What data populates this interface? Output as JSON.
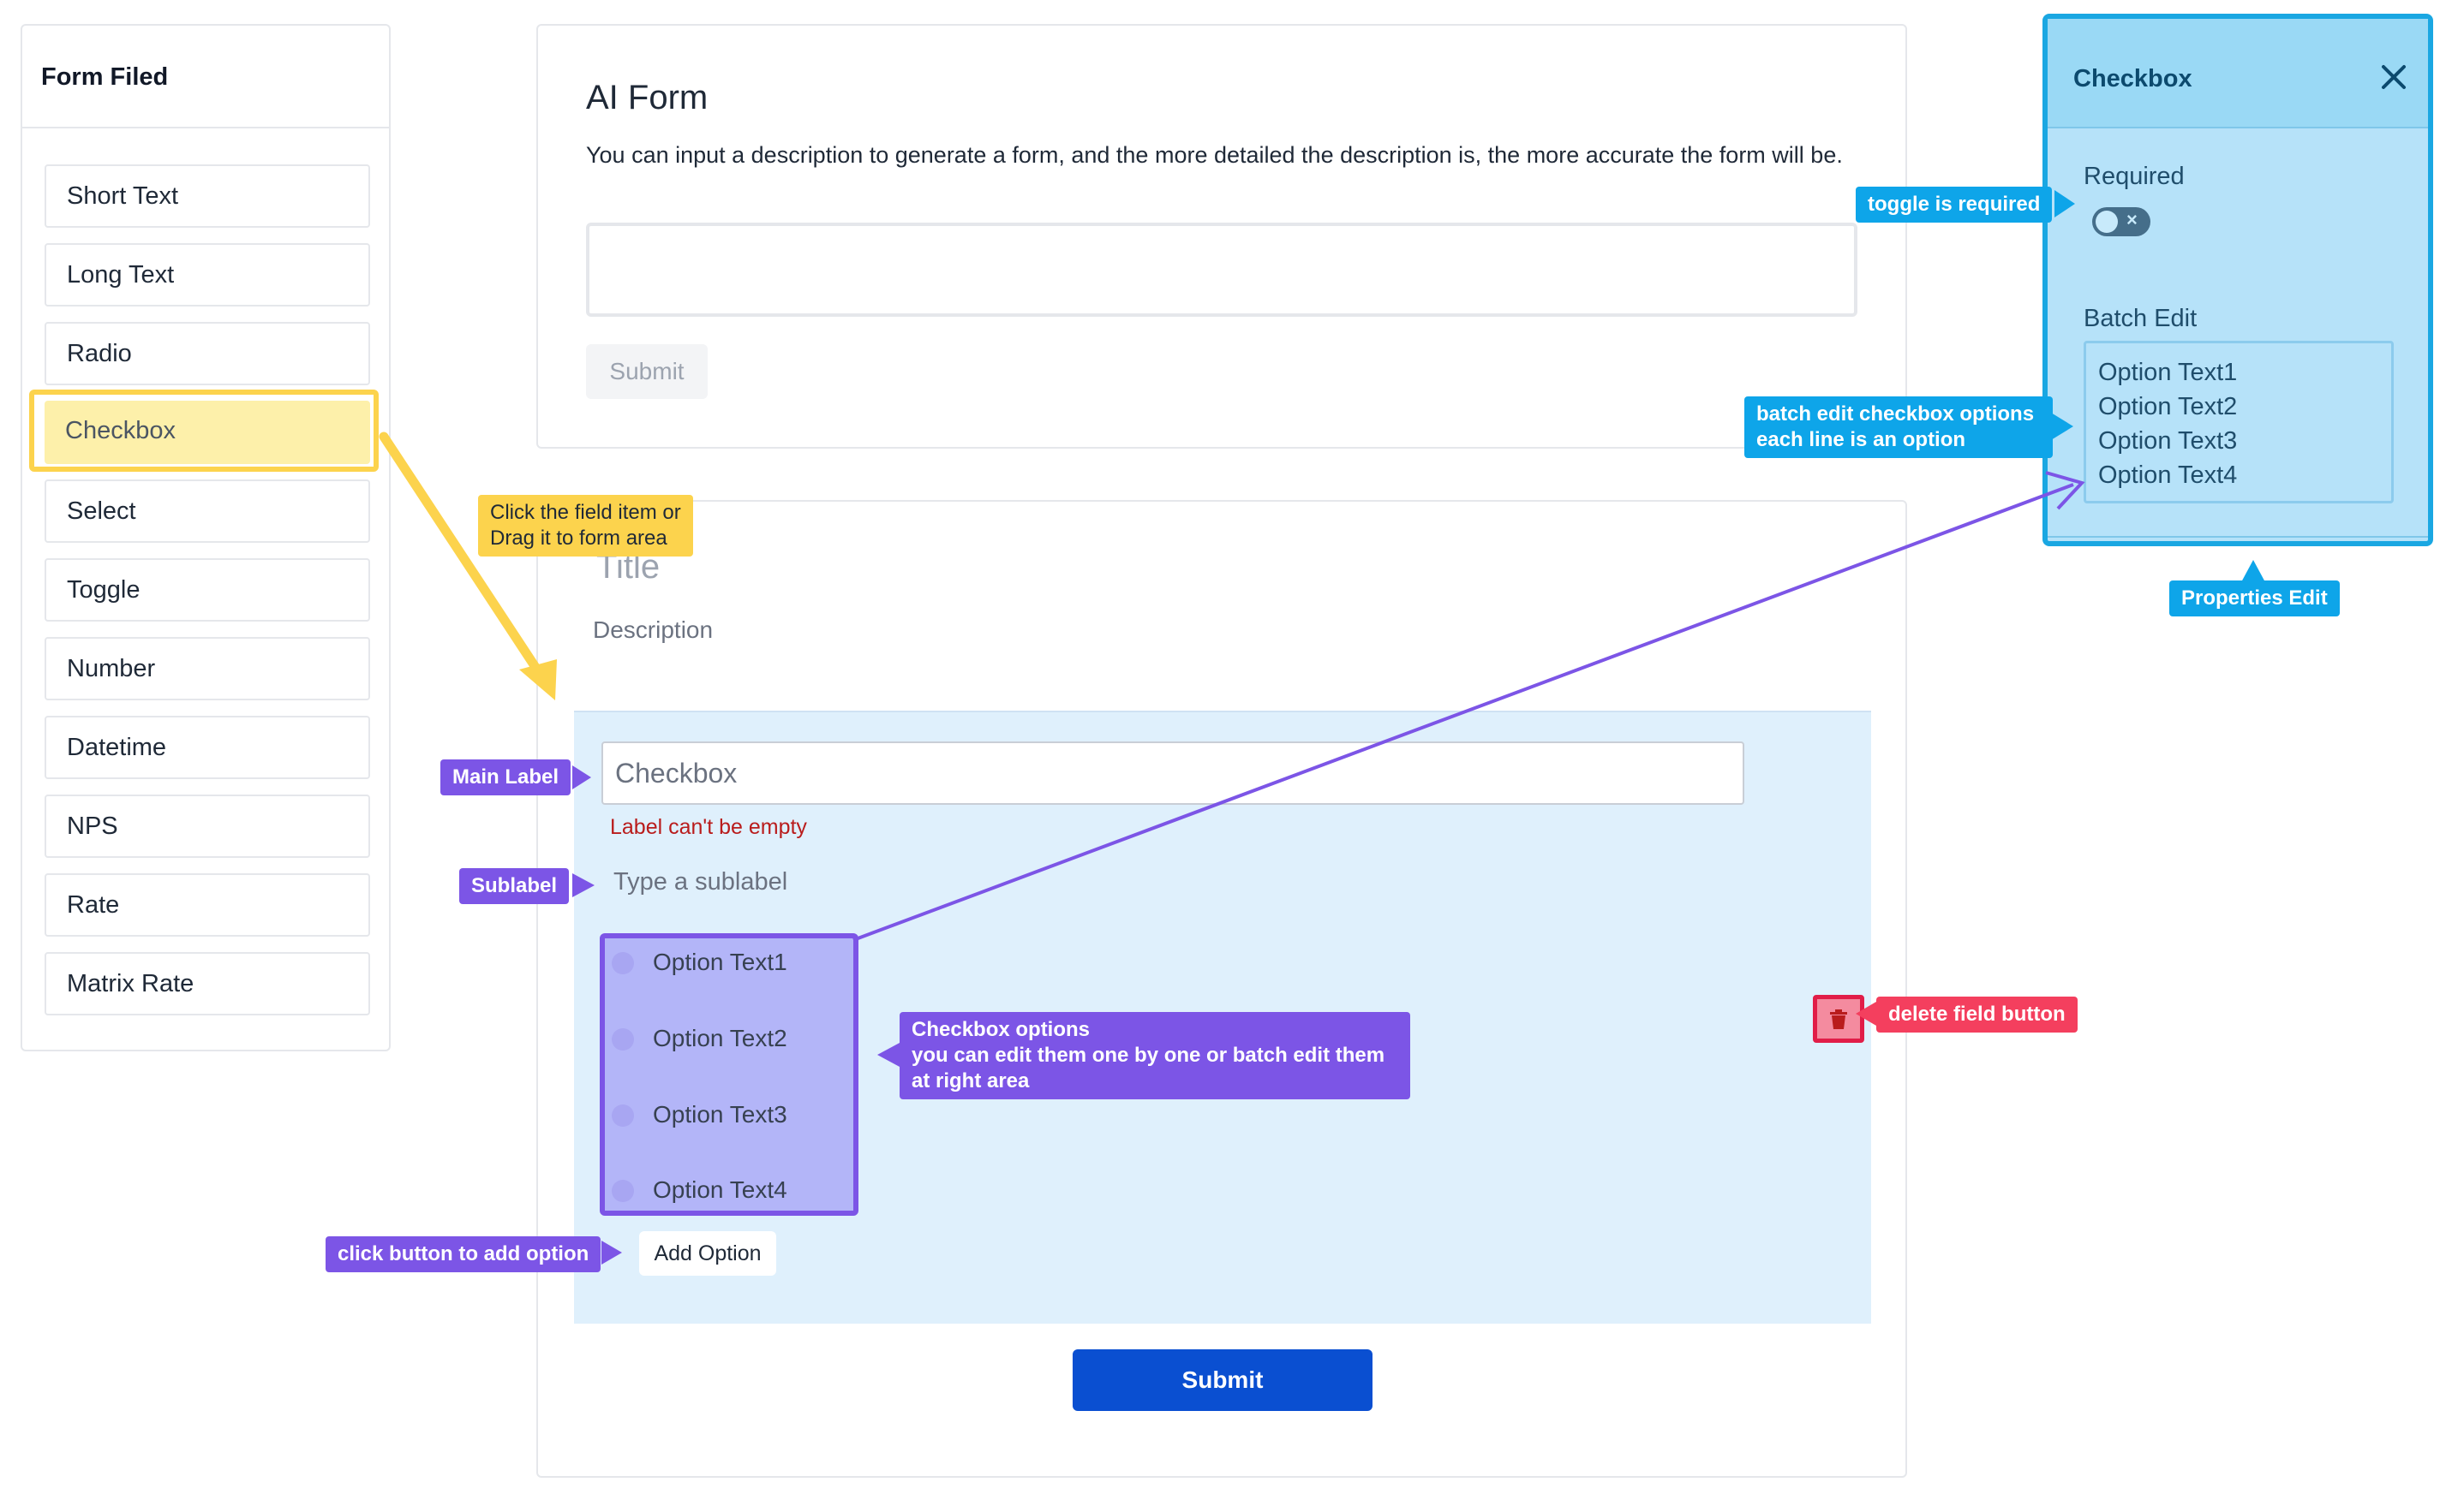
{
  "field_panel": {
    "title": "Form Filed",
    "items": [
      "Short Text",
      "Long Text",
      "Radio",
      "Checkbox",
      "Select",
      "Toggle",
      "Number",
      "Datetime",
      "NPS",
      "Rate",
      "Matrix Rate"
    ],
    "active_item": "Checkbox"
  },
  "ai_form": {
    "title": "AI Form",
    "description": "You can input a description to generate a form, and the more detailed the description is, the more accurate the form will be.",
    "submit_label": "Submit"
  },
  "form": {
    "title": "Title",
    "description": "Description",
    "field": {
      "label_value": "Checkbox",
      "label_error": "Label can't be empty",
      "sublabel_placeholder": "Type a sublabel",
      "options": [
        "Option Text1",
        "Option Text2",
        "Option Text3",
        "Option Text4"
      ],
      "add_option_label": "Add Option"
    },
    "submit_label": "Submit"
  },
  "properties": {
    "title": "Checkbox",
    "required_label": "Required",
    "required_on": false,
    "batch_edit_label": "Batch Edit",
    "batch_lines": [
      "Option Text1",
      "Option Text2",
      "Option Text3",
      "Option Text4"
    ]
  },
  "callouts": {
    "drag_hint": "Click the field item or\nDrag it to form area",
    "main_label": "Main Label",
    "sublabel": "Sublabel",
    "add_option": "click button to add option",
    "checkbox_options": "Checkbox options\nyou can edit them one by one or batch edit them\nat right area",
    "delete_button": "delete field button",
    "toggle_required": "toggle is required",
    "batch_edit": "batch edit checkbox options\neach line is an option",
    "properties_edit": "Properties Edit"
  },
  "colors": {
    "accent_blue": "#0a4fd1",
    "callout_blue": "#0ea5e9",
    "callout_purple": "#7c55e6",
    "callout_yellow": "#fcd34d",
    "callout_red": "#f43f5e"
  }
}
